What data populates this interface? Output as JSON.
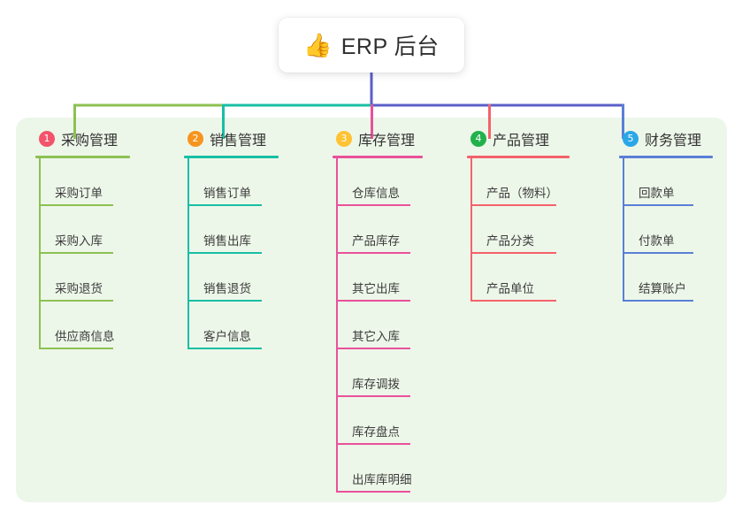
{
  "root": {
    "icon": "thumbs-up-icon",
    "icon_glyph": "👍",
    "title": "ERP 后台"
  },
  "palette": {
    "panel_bg": "#EDF7E9",
    "page_bg": "#FFFFFF",
    "trunk": "#5A5FC7",
    "branch_left_1": "#8CC152",
    "branch_left_2": "#18BFA5"
  },
  "columns": [
    {
      "number": "1",
      "title": "采购管理",
      "badge_color": "#F2546B",
      "line_color": "#8CC152",
      "drop_color": "#8CC152",
      "items": [
        {
          "label": "采购订单"
        },
        {
          "label": "采购入库"
        },
        {
          "label": "采购退货"
        },
        {
          "label": "供应商信息"
        }
      ]
    },
    {
      "number": "2",
      "title": "销售管理",
      "badge_color": "#F7941E",
      "line_color": "#18BFA5",
      "drop_color": "#18BFA5",
      "items": [
        {
          "label": "销售订单"
        },
        {
          "label": "销售出库"
        },
        {
          "label": "销售退货"
        },
        {
          "label": "客户信息"
        }
      ]
    },
    {
      "number": "3",
      "title": "库存管理",
      "badge_color": "#FFC233",
      "line_color": "#E9519B",
      "drop_color": "#E9519B",
      "items": [
        {
          "label": "仓库信息"
        },
        {
          "label": "产品库存"
        },
        {
          "label": "其它出库"
        },
        {
          "label": "其它入库"
        },
        {
          "label": "库存调拨"
        },
        {
          "label": "库存盘点"
        },
        {
          "label": "出库库明细"
        }
      ]
    },
    {
      "number": "4",
      "title": "产品管理",
      "badge_color": "#22B14C",
      "line_color": "#F4626B",
      "drop_color": "#F4626B",
      "items": [
        {
          "label": "产品（物料）"
        },
        {
          "label": "产品分类"
        },
        {
          "label": "产品单位"
        }
      ]
    },
    {
      "number": "5",
      "title": "财务管理",
      "badge_color": "#2BA7E8",
      "line_color": "#5A7FD6",
      "drop_color": "#5A7FD6",
      "items": [
        {
          "label": "回款单"
        },
        {
          "label": "付款单"
        },
        {
          "label": "结算账户"
        }
      ]
    }
  ]
}
